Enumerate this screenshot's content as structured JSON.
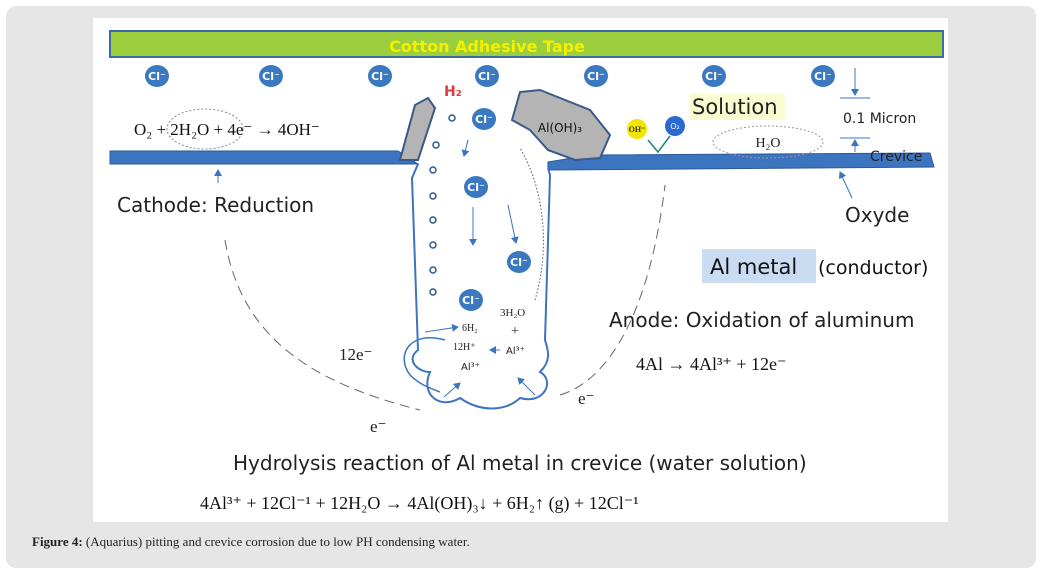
{
  "diagram": {
    "tape_label": "Cotton Adhesive Tape",
    "chloride_label": "Cl⁻",
    "h2_label": "H₂",
    "cathode_equation": "O₂ + 2H₂O + 4e⁻ → 4OH⁻",
    "cathode_label": "Cathode: Reduction",
    "aloh3_label": "Al(OH)₃",
    "oh_label": "OH⁻",
    "o2_label": "O₂",
    "solution_label": "Solution",
    "h2o_label": "H₂O",
    "gap_label": "0.1 Micron",
    "crevice_label": "Crevice",
    "oxyde_label": "Oxyde",
    "al_metal_label": "Al metal",
    "conductor_label": "(conductor)",
    "anode_label": "Anode: Oxidation of aluminum",
    "anode_equation": "4Al → 4Al³⁺ + 12e⁻",
    "pit_3h2o": "3H₂O",
    "pit_plus": "+",
    "pit_6h2": "6H₂",
    "pit_12h": "12H⁺",
    "pit_al3_a": "Al³⁺",
    "pit_al3_b": "Al³⁺",
    "electrons_12": "12e⁻",
    "electron_a": "e⁻",
    "electron_b": "e⁻",
    "hydrolysis_title": "Hydrolysis reaction of Al metal in crevice (water solution)",
    "hydrolysis_equation": "4Al³⁺ + 12Cl⁻¹ + 12H₂O → 4Al(OH)₃↓ + 6H₂↑ (g) + 12Cl⁻¹"
  },
  "caption": {
    "label": "Figure 4:",
    "text": " (Aquarius) pitting and crevice corrosion due to low PH condensing water."
  },
  "colors": {
    "tape": "#9ccf3e",
    "metal": "#3c74bf",
    "ion": "#3a78c0",
    "flake": "#b4b4b4",
    "h2": "#e03a3a"
  }
}
